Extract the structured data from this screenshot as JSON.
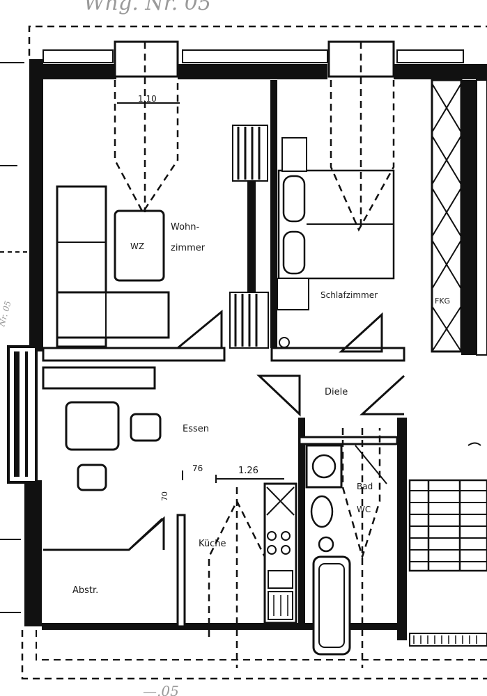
{
  "header_note": "Whg. Nr. 05",
  "side_note": "Nr. 05",
  "footer_note": "—.05",
  "rooms": {
    "wohnzimmer_line1": "Wohn-",
    "wohnzimmer_line2": "zimmer",
    "schlafzimmer": "Schlafzimmer",
    "diele": "Diele",
    "essen": "Essen",
    "kueche": "Küche",
    "abstellraum": "Abstr.",
    "bad_line1": "Bad",
    "bad_line2": "WC"
  },
  "dimensions": {
    "ceiling_lamp_width": "1.10",
    "door_width_1": "76",
    "door_width_2": "1.26",
    "door_width_3": "70"
  },
  "symbols": {
    "fridge": "FKG",
    "window_center": "WZ"
  }
}
